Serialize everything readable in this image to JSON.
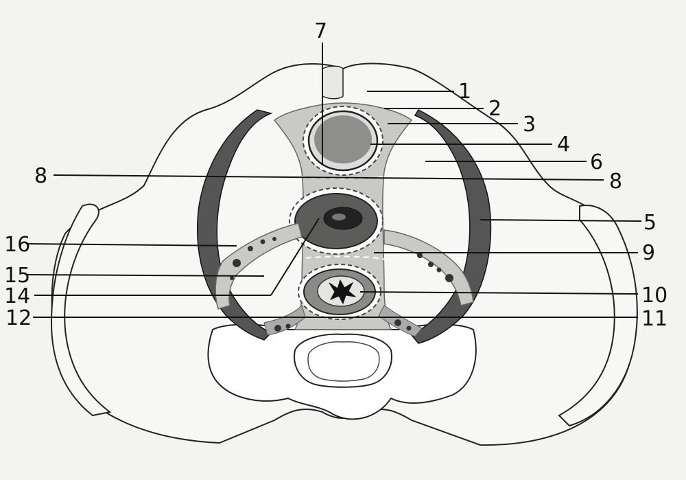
{
  "figure": {
    "labels": [
      {
        "id": "l1",
        "text": "1"
      },
      {
        "id": "l2",
        "text": "2"
      },
      {
        "id": "l3",
        "text": "3"
      },
      {
        "id": "l4",
        "text": "4"
      },
      {
        "id": "l5",
        "text": "5"
      },
      {
        "id": "l6",
        "text": "6"
      },
      {
        "id": "l7",
        "text": "7"
      },
      {
        "id": "l8a",
        "text": "8"
      },
      {
        "id": "l8b",
        "text": "8"
      },
      {
        "id": "l9",
        "text": "9"
      },
      {
        "id": "l10",
        "text": "10"
      },
      {
        "id": "l11",
        "text": "11"
      },
      {
        "id": "l12",
        "text": "12"
      },
      {
        "id": "l14",
        "text": "14"
      },
      {
        "id": "l15",
        "text": "15"
      },
      {
        "id": "l16",
        "text": "16"
      }
    ]
  },
  "colors": {
    "paper": "#f3f3f1",
    "bone": "#f7f7f5",
    "outline": "#222222",
    "muscle": "#5a5a5a",
    "fascia": "#c9c9c6",
    "organ": "#8a8a88",
    "dark": "#1a1a1a"
  }
}
